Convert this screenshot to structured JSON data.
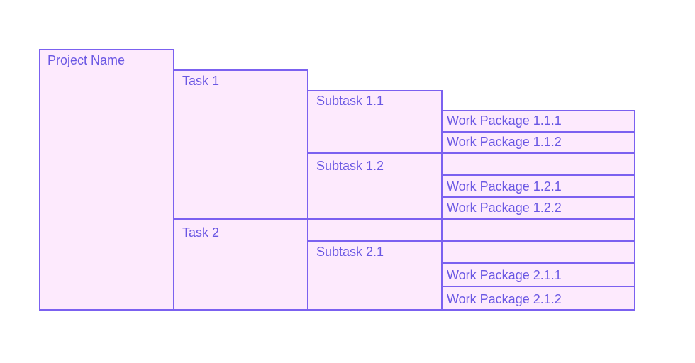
{
  "project": {
    "label": "Project Name"
  },
  "tasks": [
    {
      "label": "Task 1"
    },
    {
      "label": "Task 2"
    }
  ],
  "subtasks": [
    {
      "label": "Subtask 1.1"
    },
    {
      "label": "Subtask 1.2"
    },
    {
      "label": "Subtask 2.1"
    }
  ],
  "work_packages": [
    {
      "label": "Work Package 1.1.1"
    },
    {
      "label": "Work Package 1.1.2"
    },
    {
      "label": "Work Package 1.2.1"
    },
    {
      "label": "Work Package 1.2.2"
    },
    {
      "label": "Work Package 2.1.1"
    },
    {
      "label": "Work Package 2.1.2"
    }
  ],
  "colors": {
    "fill": "#fdeafd",
    "border": "#7b61f0",
    "text": "#6a57e3"
  }
}
